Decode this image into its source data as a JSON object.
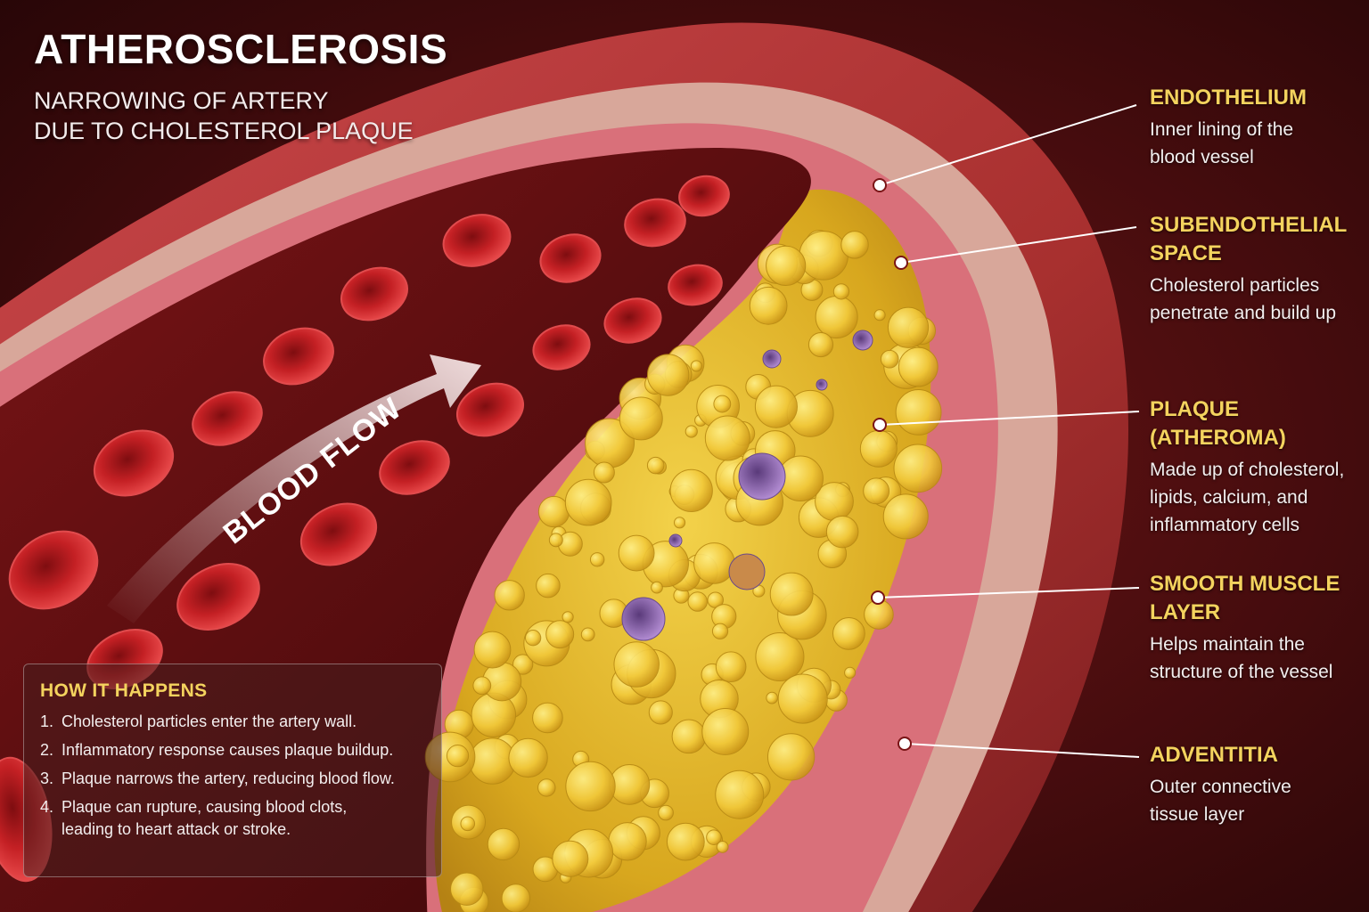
{
  "title": "ATHEROSCLEROSIS",
  "subtitle_lines": [
    "NARROWING OF ARTERY",
    "DUE TO CHOLESTEROL PLAQUE"
  ],
  "flow_label": "BLOOD FLOW",
  "labels": [
    {
      "title_lines": [
        "ENDOTHELIUM"
      ],
      "desc_lines": [
        "Inner lining of the",
        "blood vessel"
      ]
    },
    {
      "title_lines": [
        "SUBENDOTHELIAL",
        "SPACE"
      ],
      "desc_lines": [
        "Cholesterol particles",
        "penetrate and build up"
      ]
    },
    {
      "title_lines": [
        "PLAQUE (ATHEROMA)"
      ],
      "desc_lines": [
        "Made up of cholesterol,",
        "lipids, calcium, and",
        "inflammatory cells"
      ]
    },
    {
      "title_lines": [
        "SMOOTH MUSCLE",
        "LAYER"
      ],
      "desc_lines": [
        "Helps maintain the",
        "structure of the vessel"
      ]
    },
    {
      "title_lines": [
        "ADVENTITIA"
      ],
      "desc_lines": [
        "Outer connective",
        "tissue layer"
      ]
    }
  ],
  "how_it_happens": {
    "title": "HOW IT HAPPENS",
    "steps": [
      {
        "num": "1.",
        "lines": [
          "Cholesterol particles enter the artery wall."
        ]
      },
      {
        "num": "2.",
        "lines": [
          "Inflammatory response causes plaque buildup."
        ]
      },
      {
        "num": "3.",
        "lines": [
          "Plaque narrows the artery, reducing blood flow."
        ]
      },
      {
        "num": "4.",
        "lines": [
          "Plaque can rupture, causing blood clots,",
          "leading to heart attack or stroke."
        ]
      }
    ]
  },
  "colors": {
    "label_title": "#f4d35e",
    "artery_outer": "#b83a3c",
    "plaque": "#e8c02a",
    "blood_cell": "#c81f22",
    "leader_line": "#ffffff"
  }
}
